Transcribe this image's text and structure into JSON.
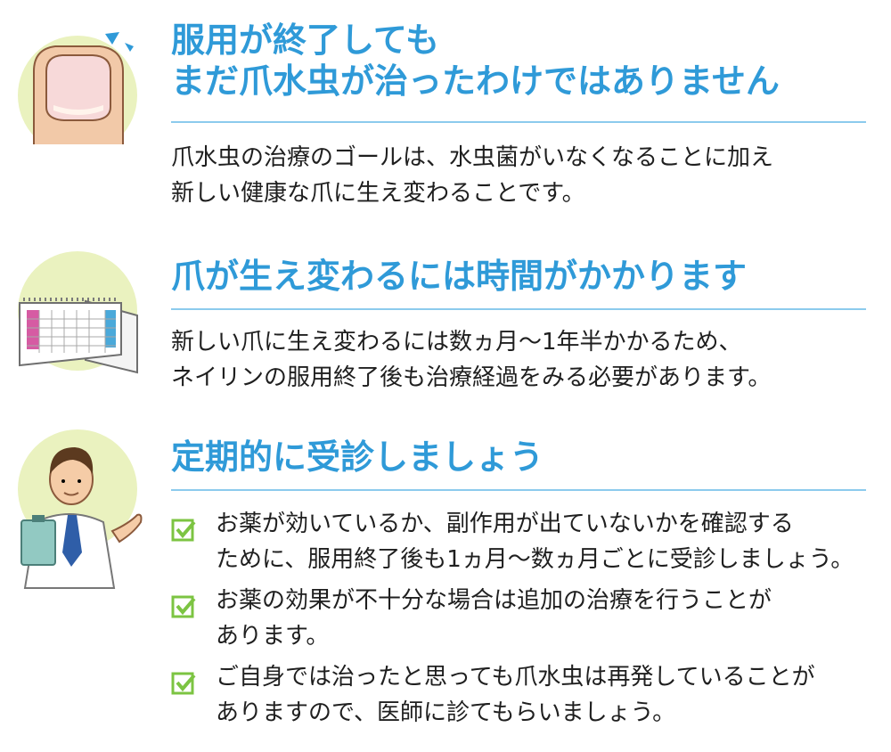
{
  "sections": [
    {
      "icon": "fingernail-icon",
      "heading_lines": [
        "服用が終了しても",
        "まだ爪水虫が治ったわけではありません"
      ],
      "body_lines": [
        "爪水虫の治療のゴールは、水虫菌がいなくなることに加え",
        "新しい健康な爪に生え変わることです。"
      ]
    },
    {
      "icon": "calendar-icon",
      "heading": "爪が生え変わるには時間がかかります",
      "body_lines": [
        "新しい爪に生え変わるには数ヵ月〜1年半かかるため、",
        "ネイリンの服用終了後も治療経過をみる必要があります。"
      ]
    },
    {
      "icon": "doctor-icon",
      "heading": "定期的に受診しましょう",
      "checklist": [
        {
          "lines": [
            "お薬が効いているか、副作用が出ていないかを確認する",
            "ために、服用終了後も1ヵ月〜数ヵ月ごとに受診しましょう。"
          ]
        },
        {
          "lines": [
            "お薬の効果が不十分な場合は追加の治療を行うことが",
            "あります。"
          ]
        },
        {
          "lines": [
            "ご自身では治ったと思っても爪水虫は再発していることが",
            "ありますので、医師に診てもらいましょう。"
          ]
        }
      ]
    }
  ],
  "colors": {
    "heading": "#2f9ad8",
    "rule": "#8ccbed",
    "icon_bg": "#eaf2bf",
    "check": "#7cc442",
    "text": "#1f1f1f"
  }
}
